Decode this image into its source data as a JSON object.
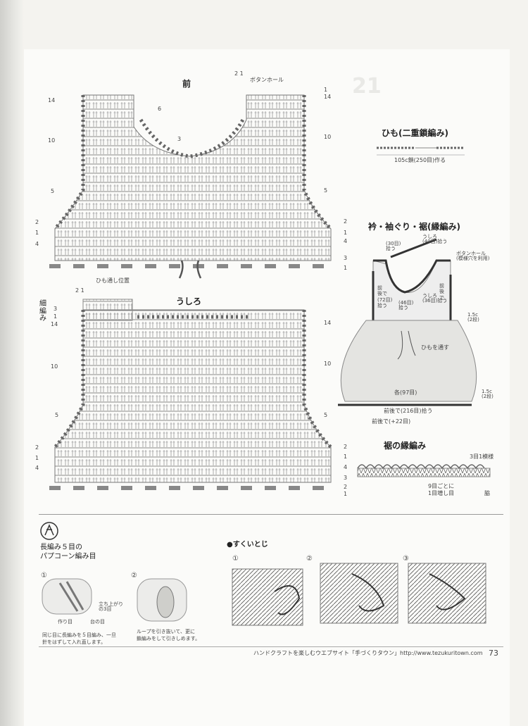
{
  "header": {
    "part_front": "前",
    "part_back": "うしろ",
    "buttonhole": "ボタンホール",
    "top_rows": "2 1",
    "top_rows_back": "2 1",
    "cord_position": "ひも通し位置",
    "narrow_knit": "細編み"
  },
  "row_labels_front_left": [
    "14",
    "10",
    "5",
    "2",
    "1",
    "4"
  ],
  "row_labels_front_right": [
    "1",
    "14",
    "10",
    "5",
    "2",
    "1",
    "4",
    "3",
    "1"
  ],
  "row_labels_front_neck": [
    "6",
    "3"
  ],
  "row_labels_back_left": [
    "3",
    "1",
    "14",
    "10",
    "5",
    "2",
    "1",
    "4"
  ],
  "row_labels_back_right": [
    "14",
    "10",
    "5",
    "2",
    "1",
    "4",
    "3",
    "2",
    "1"
  ],
  "himo": {
    "title": "ひも(二重鎖編み)",
    "note": "105c鎖(250目)作る"
  },
  "edging": {
    "title": "衿・袖ぐり・裾(縁編み)",
    "l_30": "(30目)\n拾う",
    "l_back40": "うしろ\n(40目)拾う",
    "l_buttonhole": "ボタンホール\n(模様穴を利用)",
    "l_front72": "前\n後で\n(72目)\n拾う",
    "l_46": "(46目)\n拾う",
    "l_back36": "うしろ\n(36目)拾う",
    "l_front_side": "前\n後\nで",
    "l_15c": "1.5c\n(2段)",
    "l_cord": "ひもを通す",
    "l_97": "各(97目)",
    "l_15c_b": "1.5c\n(2段)",
    "l_216": "前後で(216目)拾う",
    "l_22": "前後で(+22目)"
  },
  "hem": {
    "title": "裾の縁編み",
    "l_repeat": "3目1模様",
    "l_increase": "9目ごとに\n1目増し目",
    "l_side": "脇"
  },
  "popcorn": {
    "title": "長編み５目の\nパプコーン編み目",
    "step1": "①",
    "step2": "②",
    "l_chain3": "立ち上がり\nの3目",
    "l_make": "作り目",
    "l_base": "台の目",
    "l_loop": "ループを引き抜いて、更に\n鎖編みをして引きしめます。",
    "note1": "同じ目に長編みを５目編み、一旦\n針をはずして入れ直します。"
  },
  "sukui": {
    "title": "●すくいとじ",
    "s1": "①",
    "s2": "②",
    "s3": "③"
  },
  "ghost_number": "21",
  "footer": {
    "text": "ハンドクラフトを楽しむウエブサイト「手づくりタウン」http://www.tezukuritown.com",
    "page": "73"
  }
}
